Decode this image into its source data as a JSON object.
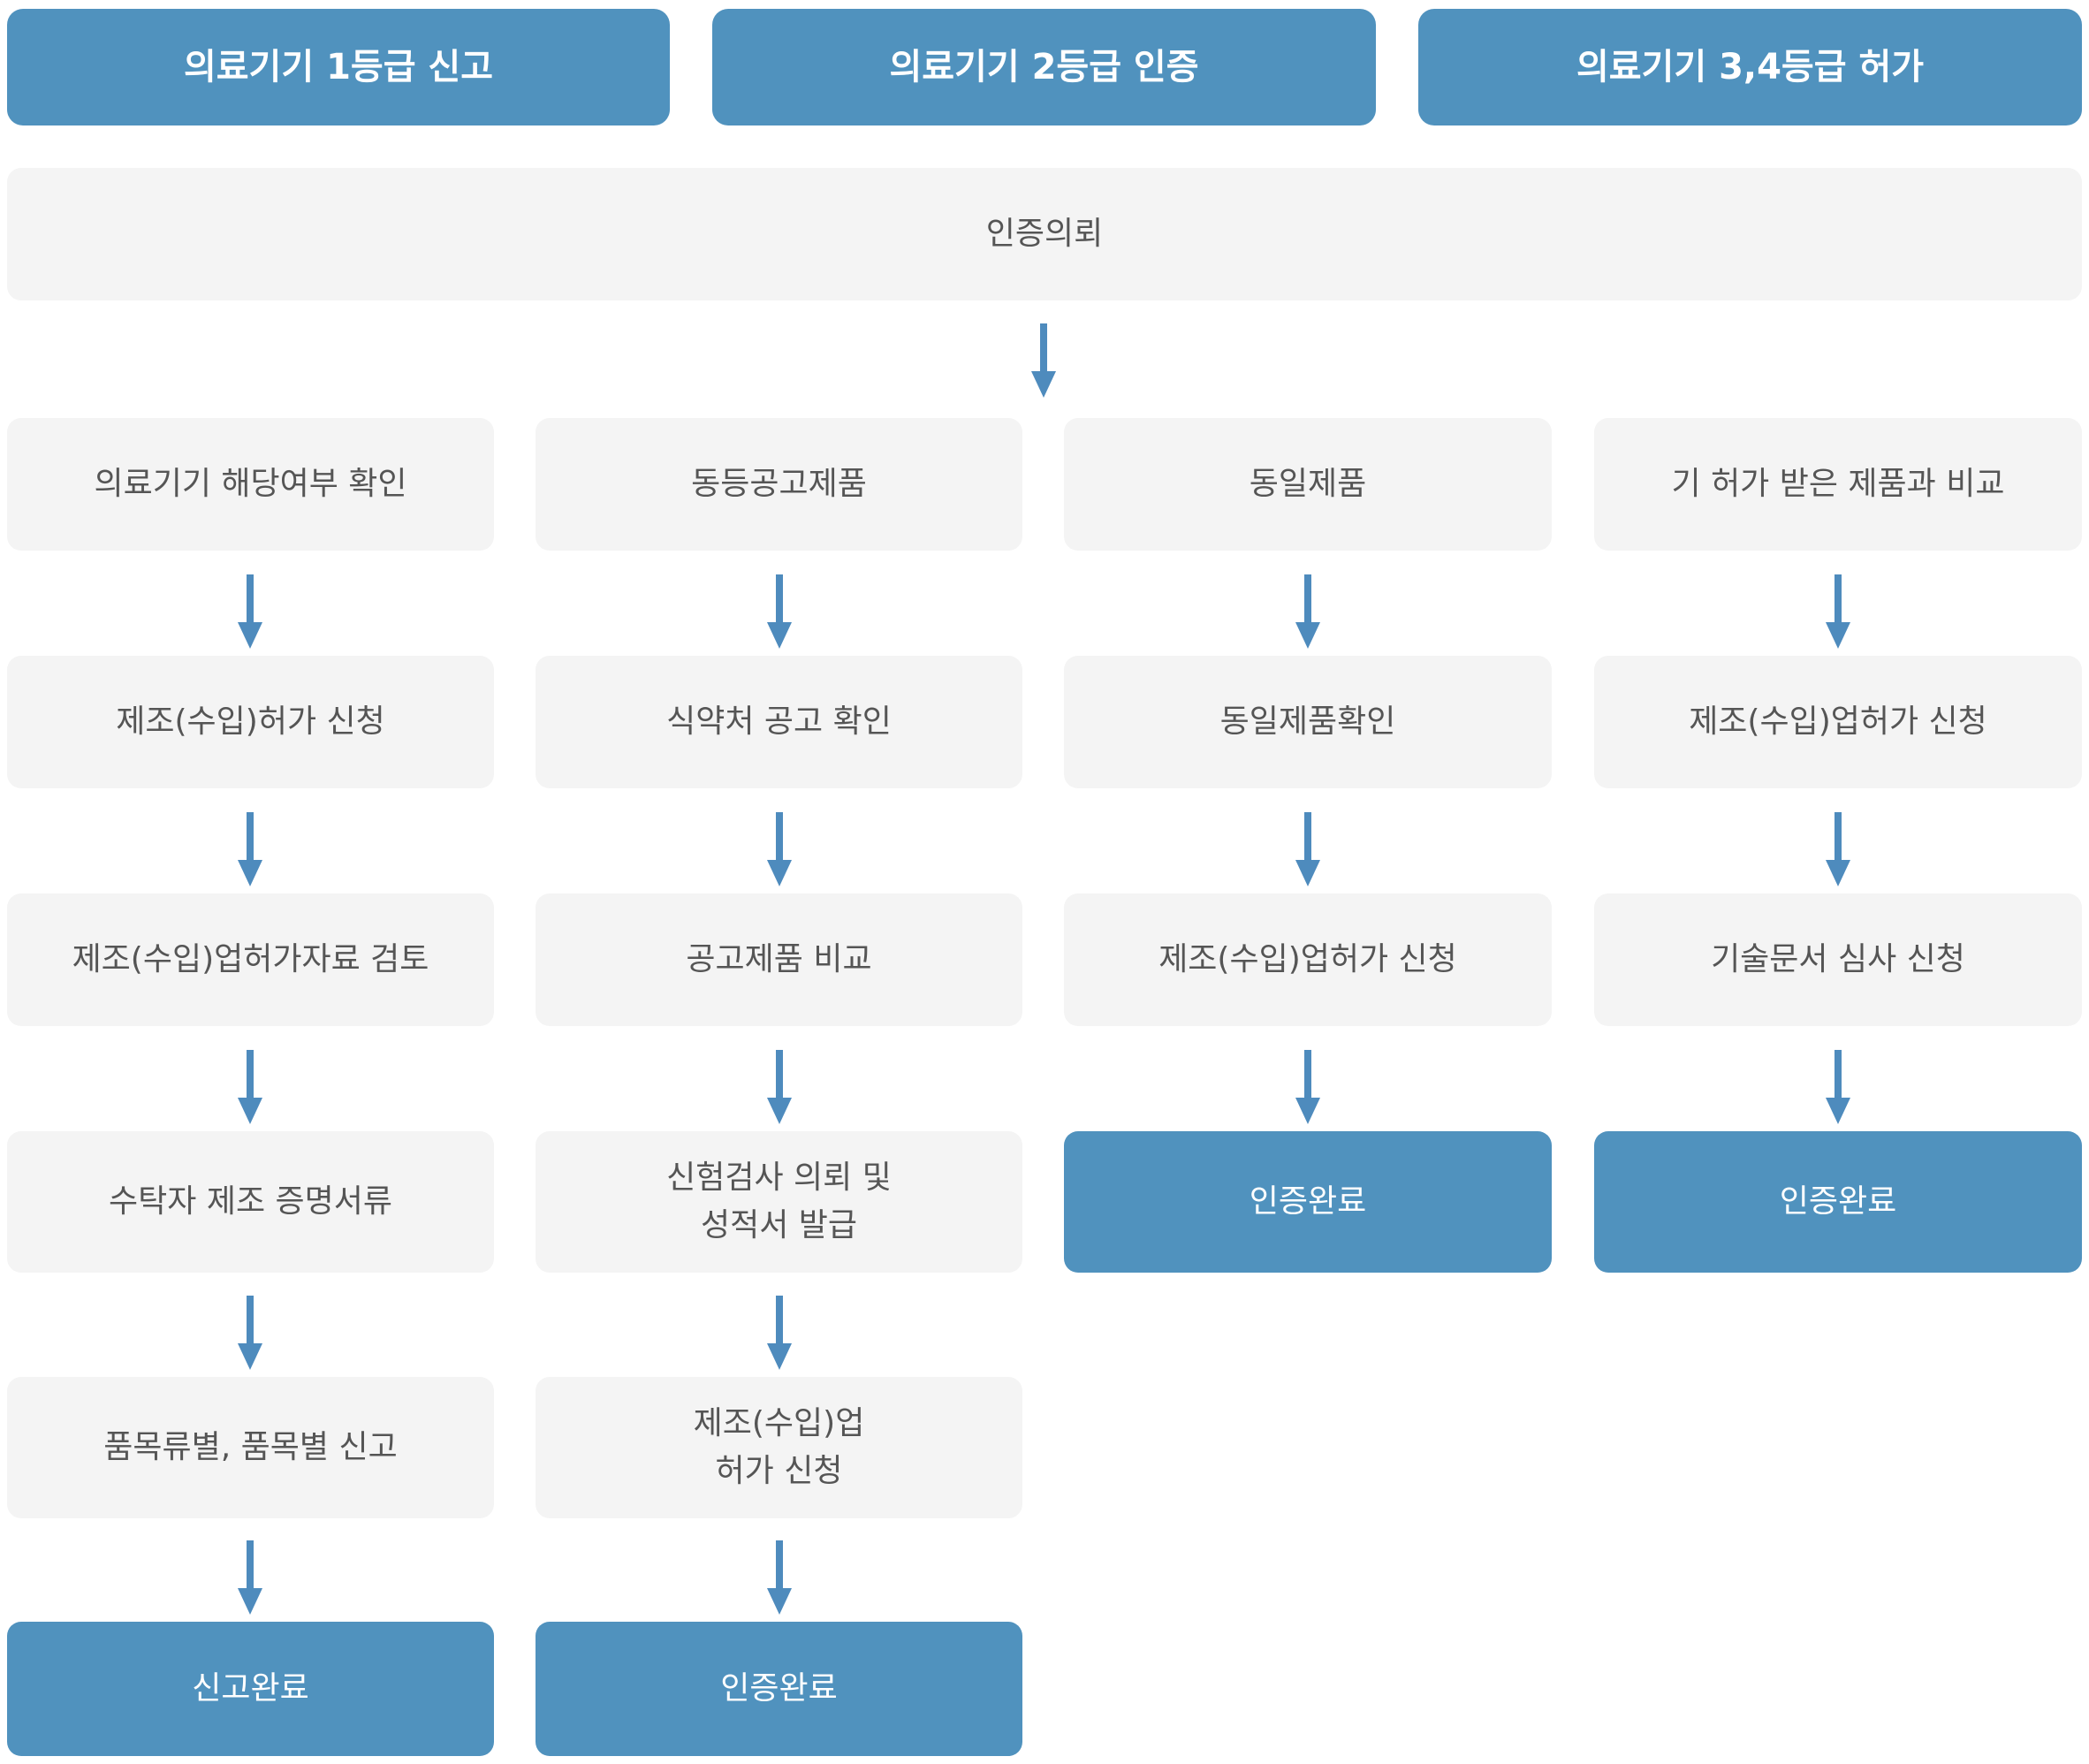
{
  "headers": [
    "의료기기 1등급 신고",
    "의료기기 2등급 인증",
    "의료기기 3,4등급 허가"
  ],
  "request": "인증의뢰",
  "columns": [
    {
      "steps": [
        "의료기기 해당여부 확인",
        "제조(수입)허가 신청",
        "제조(수입)업허가자료 검토",
        "수탁자 제조 증명서류",
        "품목류별, 품목별 신고"
      ],
      "final": "신고완료"
    },
    {
      "steps": [
        "동등공고제품",
        "식약처 공고 확인",
        "공고제품 비교",
        "신험검사 의뢰 및\n성적서 발급",
        "제조(수입)업\n허가 신청"
      ],
      "final": "인증완료"
    },
    {
      "steps": [
        "동일제품",
        "동일제품확인",
        "제조(수입)업허가 신청"
      ],
      "final": "인증완료"
    },
    {
      "steps": [
        "기 허가 받은 제품과 비교",
        "제조(수입)업허가 신청",
        "기술문서 심사 신청"
      ],
      "final": "인증완료"
    }
  ],
  "colors": {
    "accent": "#5092be",
    "box_bg": "#f4f4f4",
    "box_text": "#555555",
    "arrow": "#4e8bbd"
  },
  "icons": {
    "arrow": "arrow-down-icon"
  }
}
